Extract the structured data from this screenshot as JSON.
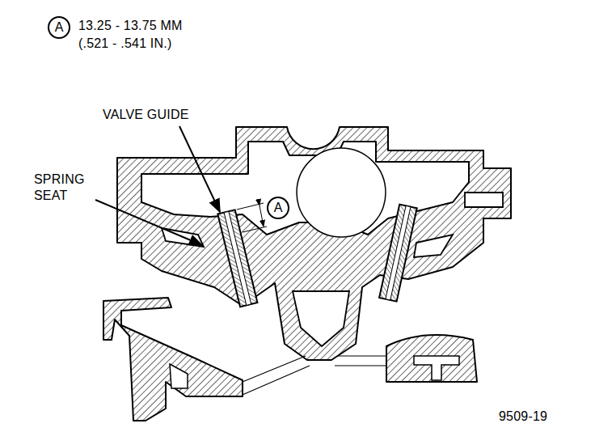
{
  "diagram": {
    "nodes": [
      {
        "text": [
          "A"
        ]
      },
      {
        "text": [
          "A"
        ]
      }
    ],
    "labels": [
      "13.25 - 13.75 MM",
      "(.521 - .541 IN.)",
      "VALVE GUIDE",
      "SPRING SEAT",
      "9509-19"
    ]
  }
}
